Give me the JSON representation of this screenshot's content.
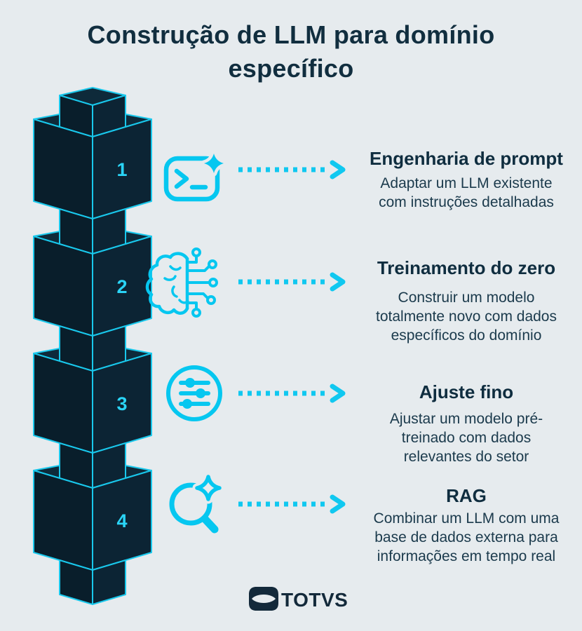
{
  "title": "Construção de LLM para domínio específico",
  "steps": [
    {
      "number": "1",
      "icon": "terminal-prompt-sparkle-icon",
      "title": "Engenharia de prompt",
      "description_lines": [
        "Adaptar um LLM existente",
        "com instruções detalhadas"
      ]
    },
    {
      "number": "2",
      "icon": "ai-brain-circuit-icon",
      "title": "Treinamento do zero",
      "description_lines": [
        "Construir um modelo",
        "totalmente novo com dados",
        "específicos do domínio"
      ]
    },
    {
      "number": "3",
      "icon": "sliders-circle-icon",
      "title": "Ajuste fino",
      "description_lines": [
        "Ajustar um modelo pré-",
        "treinado com dados",
        "relevantes do setor"
      ]
    },
    {
      "number": "4",
      "icon": "search-sparkle-icon",
      "title": "RAG",
      "description_lines": [
        "Combinar um LLM com uma",
        "base de dados externa para",
        "informações em tempo real"
      ]
    }
  ],
  "footer": {
    "brand": "TOTVS"
  },
  "colors": {
    "background": "#e6ebee",
    "accent_cyan": "#19c8ec",
    "number_cyan": "#2ad4f6",
    "cube_dark_navy": "#0b2433",
    "text_dark": "#112e3f"
  }
}
